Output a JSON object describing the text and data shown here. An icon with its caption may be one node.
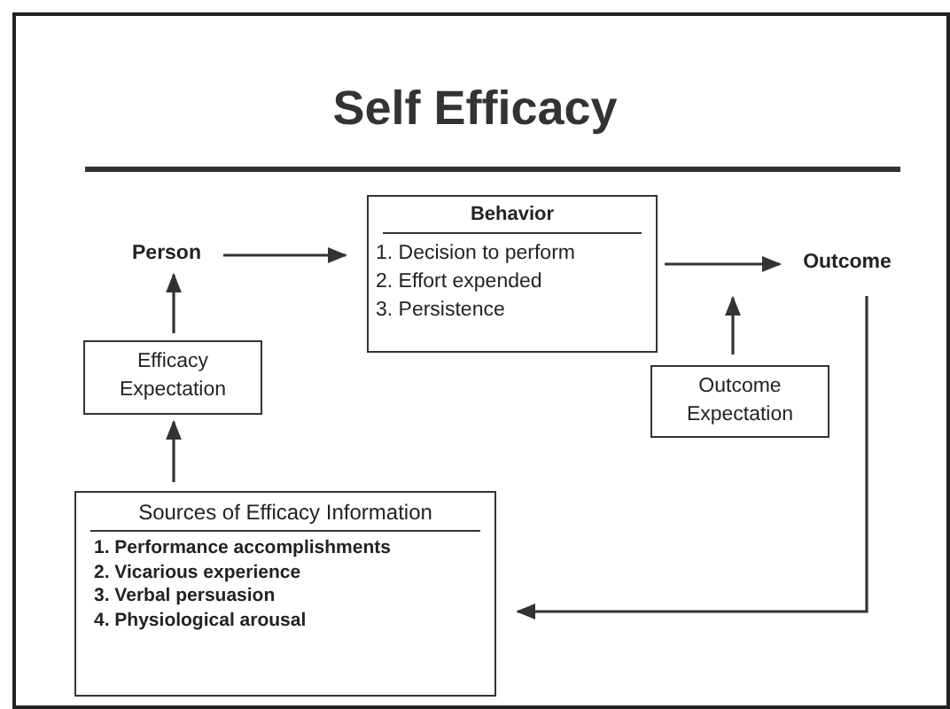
{
  "diagram": {
    "title": "Self Efficacy",
    "nodes": [
      {
        "text": [
          "Person"
        ]
      },
      {
        "text": [
          "Behavior",
          "1. Decision to perform",
          "2. Effort expended",
          "3. Persistence"
        ]
      },
      {
        "text": [
          "Outcome"
        ]
      },
      {
        "text": [
          "Efficacy Expectation"
        ]
      },
      {
        "text": [
          "Outcome Expectation"
        ]
      },
      {
        "text": [
          "Sources of Efficacy Information",
          "1. Performance accomplishments",
          "2. Vicarious experience",
          "3. Verbal persuasion",
          "4. Physiological arousal"
        ]
      }
    ],
    "edges": [
      {
        "from": 0,
        "to": 1,
        "arrow": "to"
      },
      {
        "from": 1,
        "to": 2,
        "arrow": "to"
      },
      {
        "from": 3,
        "to": 0,
        "arrow": "to"
      },
      {
        "from": 4,
        "to": null,
        "arrow": "to"
      },
      {
        "from": 2,
        "to": 5,
        "arrow": "to"
      },
      {
        "from": 5,
        "to": 3,
        "arrow": "to"
      }
    ]
  }
}
